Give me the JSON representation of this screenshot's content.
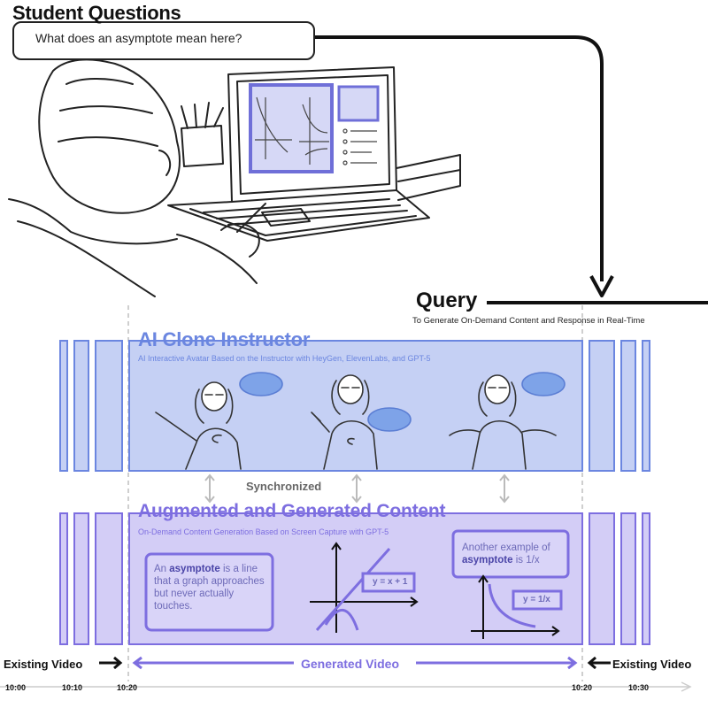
{
  "student": {
    "title": "Student Questions",
    "question": "What does an asymptote mean here?"
  },
  "query": {
    "title": "Query",
    "subtitle": "To Generate On-Demand Content and Response in Real-Time"
  },
  "clone_band": {
    "title": "AI Clone Instructor",
    "subtitle": "AI Interactive Avatar Based on the Instructor with HeyGen, ElevenLabs, and GPT-5"
  },
  "sync_label": "Synchronized",
  "content_band": {
    "title": "Augmented and Generated Content",
    "subtitle": "On-Demand Content Generation Based on Screen Capture with GPT-5",
    "definition": {
      "pre": "An ",
      "term": "asymptote",
      "post": " is a line that a graph approaches but never actually touches."
    },
    "example": {
      "pre": "Another example of ",
      "term": "asymptote",
      "post": " is 1/x"
    },
    "eq1": "y = x + 1",
    "eq2": "y = 1/x"
  },
  "timeline": {
    "existing_left": "Existing Video",
    "existing_right": "Existing Video",
    "generated": "Generated Video",
    "ticks": [
      "10:00",
      "10:10",
      "10:20",
      "10:20",
      "10:30"
    ]
  },
  "colors": {
    "clone_fill": "#c5d0f4",
    "clone_stroke": "#6b86e0",
    "content_fill": "#d3cdf6",
    "content_stroke": "#7d6ee0"
  }
}
